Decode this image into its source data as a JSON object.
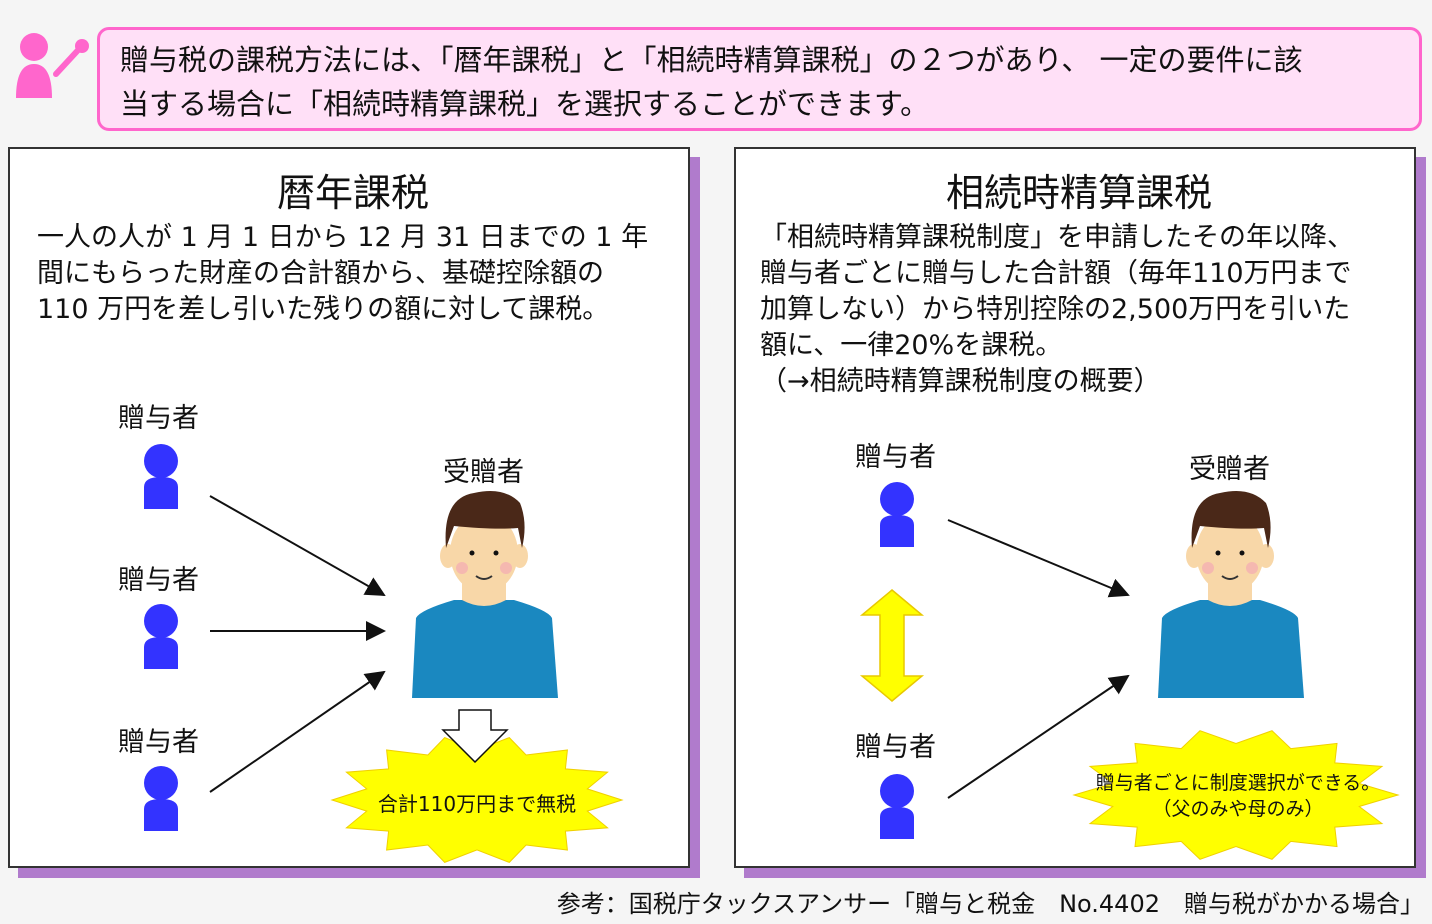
{
  "banner": {
    "line1": "贈与税の課税方法には、「暦年課税」と「相続時精算課税」の２つがあり、 一定の要件に該",
    "line2": "当する場合に「相続時精算課税」を選択することができます。"
  },
  "left_panel": {
    "title": "暦年課税",
    "desc": [
      "一人の人が 1 月 1 日から 12 月 31 日までの 1 年",
      "間にもらった財産の合計額から、基礎控除額の",
      "110 万円を差し引いた残りの額に対して課税。"
    ],
    "donors": [
      "贈与者",
      "贈与者",
      "贈与者"
    ],
    "recipient": "受贈者",
    "burst": "合計110万円まで無税"
  },
  "right_panel": {
    "title": "相続時精算課税",
    "desc": [
      "「相続時精算課税制度」を申請したその年以降、",
      "贈与者ごとに贈与した合計額（毎年110万円まで",
      "加算しない）から特別控除の2,500万円を引いた",
      "額に、一律20%を課税。",
      "（→相続時精算課税制度の概要）"
    ],
    "donors": [
      "贈与者",
      "贈与者"
    ],
    "recipient": "受贈者",
    "burst_line1": "贈与者ごとに制度選択ができる。",
    "burst_line2": "（父のみや母のみ）"
  },
  "footer": "参考：国税庁タックスアンサー「贈与と税金　No.4402　贈与税がかかる場合」",
  "colors": {
    "pink": "#ff66cc",
    "purple": "#b07bcc",
    "donor": "#3333ff",
    "burst": "#ffff00",
    "shirt": "#1a88c0"
  }
}
